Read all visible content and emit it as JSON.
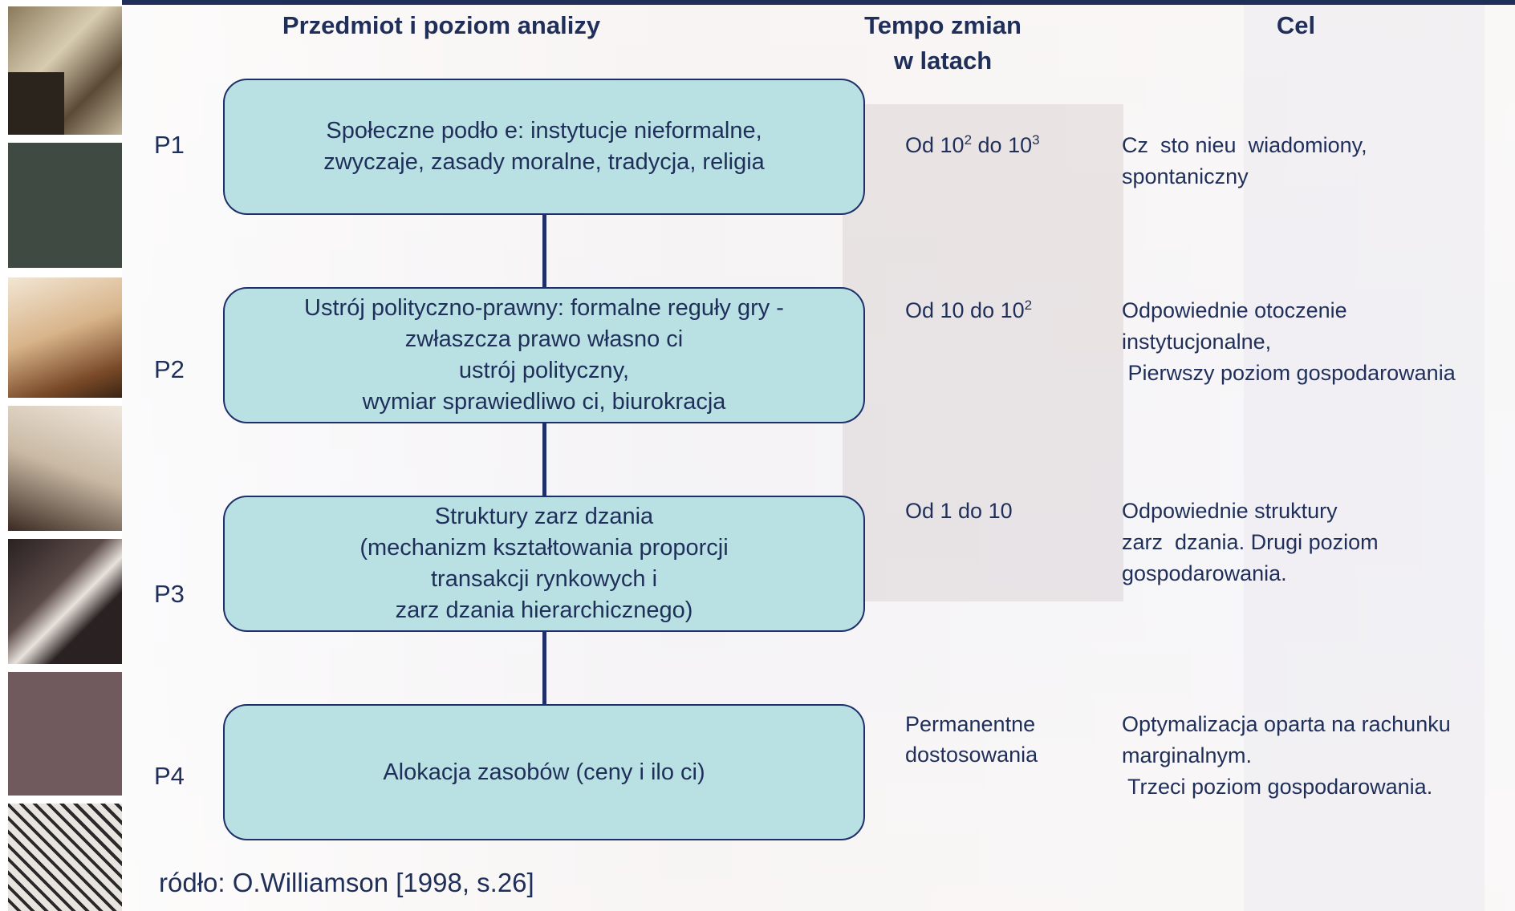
{
  "headers": {
    "subject": "Przedmiot i poziom analizy",
    "tempo_line1": "Tempo zmian",
    "tempo_line2": "w latach",
    "goal": "Cel"
  },
  "rows": [
    {
      "label": "P1",
      "box_lines": [
        "Społeczne podło  e: instytucje nieformalne,",
        "zwyczaje, zasady moralne, tradycja, religia"
      ],
      "tempo_prefix": "Od 10",
      "tempo_exp1": "2",
      "tempo_mid": " do 10",
      "tempo_exp2": "3",
      "goal": "Cz  sto nieu  wiadomiony,\nspontaniczny"
    },
    {
      "label": "P2",
      "box_lines": [
        "Ustrój polityczno-prawny: formalne reguły gry  -",
        "zwłaszcza prawo własno  ci",
        "ustrój polityczny,",
        "wymiar sprawiedliwo  ci, biurokracja"
      ],
      "tempo_prefix": "Od 10 do 10",
      "tempo_exp1": "2",
      "goal": "Odpowiednie otoczenie\ninstytucjonalne,\n Pierwszy poziom gospodarowania"
    },
    {
      "label": "P3",
      "box_lines": [
        "Struktury zarz  dzania",
        "(mechanizm kształtowania proporcji",
        "transakcji rynkowych i",
        "zarz  dzania hierarchicznego)"
      ],
      "tempo_text": "Od 1 do 10",
      "goal": "Odpowiednie struktury\nzarz  dzania. Drugi poziom\ngospodarowania."
    },
    {
      "label": "P4",
      "box_lines": [
        "Alokacja zasobów (ceny i ilo  ci)"
      ],
      "tempo_line1": "Permanentne",
      "tempo_line2": "dostosowania",
      "goal": "Optymalizacja oparta na rachunku\nmarginalnym.\n Trzeci poziom gospodarowania."
    }
  ],
  "source": "ródło: O.Williamson [1998, s.26]",
  "colors": {
    "box_fill": "#b9e1e4",
    "box_border": "#1f2f6a",
    "text": "#1f2f5a"
  }
}
